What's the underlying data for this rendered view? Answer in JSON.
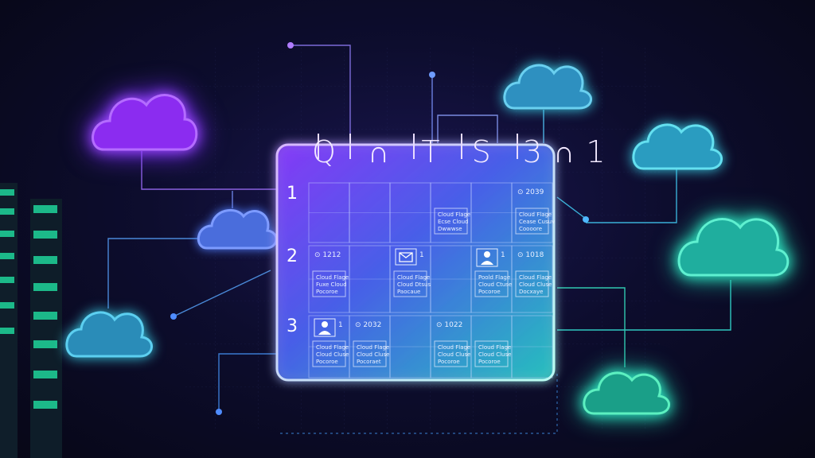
{
  "calendar": {
    "title": "Q ∩ T S 3∩1",
    "rows": [
      {
        "number": "1"
      },
      {
        "number": "2"
      },
      {
        "number": "3"
      }
    ],
    "events": [
      {
        "row": 0,
        "col": 5,
        "header": "⊙ 2039",
        "icon": "",
        "lines": [
          "Cloud Flage",
          "Cease Cusuv",
          "Coooore"
        ]
      },
      {
        "row": 0,
        "col": 3,
        "header": "",
        "icon": "",
        "lines": [
          "Cloud Flage",
          "Ecse Cloud",
          "Dwwwse"
        ]
      },
      {
        "row": 1,
        "col": 0,
        "header": "⊙ 1212",
        "icon": "",
        "lines": [
          "Cloud Flage",
          "Fuxe Cloud",
          "Pocoroe"
        ]
      },
      {
        "row": 1,
        "col": 2,
        "header": "1",
        "icon": "mail-icon",
        "lines": [
          "Cloud Flage",
          "Cloud Dtsus",
          "Paocaue"
        ]
      },
      {
        "row": 1,
        "col": 4,
        "header": "1",
        "icon": "user-icon",
        "lines": [
          "Poold Flage",
          "Cloud Ctuse",
          "Pocoroe"
        ]
      },
      {
        "row": 1,
        "col": 5,
        "header": "⊙ 1018",
        "icon": "",
        "lines": [
          "Cloud Flage",
          "Cloud Cluse",
          "Docxaye"
        ]
      },
      {
        "row": 2,
        "col": 0,
        "header": "1",
        "icon": "user-icon",
        "lines": [
          "Cloud Flage",
          "Cloud Cluse",
          "Pocoroe"
        ]
      },
      {
        "row": 2,
        "col": 1,
        "header": "⊙ 2032",
        "icon": "",
        "lines": [
          "Cloud Flage",
          "Cloud Cluse",
          "Pocoraet"
        ]
      },
      {
        "row": 2,
        "col": 3,
        "header": "⊙ 1022",
        "icon": "",
        "lines": [
          "Cloud Flage",
          "Cloud Cluse",
          "Pocoroe"
        ]
      },
      {
        "row": 2,
        "col": 4,
        "header": "",
        "icon": "",
        "lines": [
          "Cloud Flage",
          "Cloud Cluse",
          "Pocoroe"
        ]
      }
    ]
  },
  "clouds": [
    {
      "name": "cloud-violet-left",
      "color": "#a64dff"
    },
    {
      "name": "cloud-blue-mid-left",
      "color": "#5c7cff"
    },
    {
      "name": "cloud-cyan-bottom-left",
      "color": "#3bb7e0"
    },
    {
      "name": "cloud-cyan-top-right",
      "color": "#47b8e6"
    },
    {
      "name": "cloud-cyan-right",
      "color": "#3fc8e0"
    },
    {
      "name": "cloud-teal-right",
      "color": "#2fe0b8"
    },
    {
      "name": "cloud-teal-bottom-right",
      "color": "#2bdba4"
    }
  ],
  "colors": {
    "panel_top_left": "#9a3cff",
    "panel_bottom_right": "#2fd8c8",
    "background": "#0d0d2e"
  }
}
